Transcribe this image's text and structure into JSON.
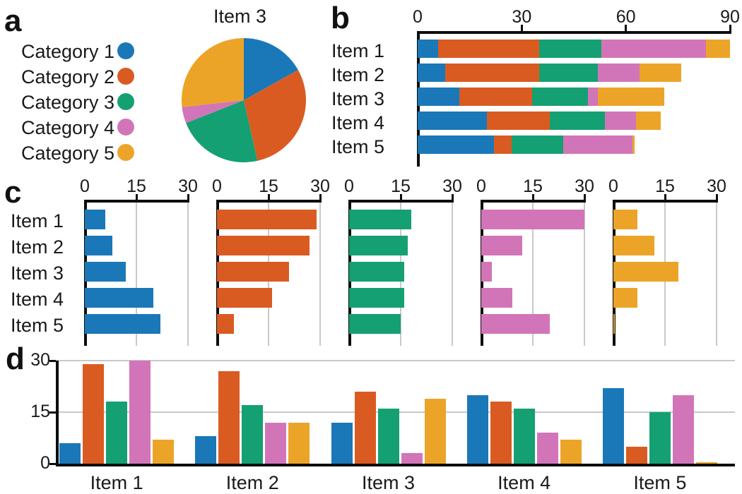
{
  "figure": {
    "panels": [
      "a",
      "b",
      "c",
      "d"
    ],
    "items": [
      "Item 1",
      "Item 2",
      "Item 3",
      "Item 4",
      "Item 5"
    ],
    "categories": [
      "Category 1",
      "Category 2",
      "Category 3",
      "Category 4",
      "Category 5"
    ],
    "colors": {
      "category_1": "#1a78b8",
      "category_2": "#da5b21",
      "category_3": "#14a072",
      "category_4": "#d275b8",
      "category_5": "#eca428",
      "axis": "#0d0d0d",
      "grid": "#c9c9c9",
      "background": "#ffffff",
      "text": "#1a1a1a"
    }
  },
  "panel_a": {
    "letter": "a",
    "legend": [
      {
        "label": "Category 1",
        "color": "#1a78b8"
      },
      {
        "label": "Category 2",
        "color": "#da5b21"
      },
      {
        "label": "Category 3",
        "color": "#14a072"
      },
      {
        "label": "Category 4",
        "color": "#d275b8"
      },
      {
        "label": "Category 5",
        "color": "#eca428"
      }
    ],
    "pie_title": "Item 3"
  },
  "panel_b": {
    "letter": "b",
    "xticks": [
      "0",
      "30",
      "60",
      "90"
    ]
  },
  "panel_c": {
    "letter": "c",
    "xticks": [
      "0",
      "15",
      "30"
    ],
    "subplot_count": 5
  },
  "panel_d": {
    "letter": "d",
    "yticks": [
      "0",
      "15",
      "30"
    ]
  },
  "chart_data": [
    {
      "type": "pie",
      "panel": "a",
      "title": "Item 3",
      "labels": [
        "Category 1",
        "Category 2",
        "Category 3",
        "Category 4",
        "Category 5"
      ],
      "values": [
        12,
        21,
        16,
        3,
        19
      ],
      "colors": [
        "#1a78b8",
        "#da5b21",
        "#14a072",
        "#d275b8",
        "#eca428"
      ],
      "legend": "left",
      "startangle": 90,
      "counterclock": false
    },
    {
      "type": "bar",
      "orientation": "horizontal",
      "stacked": true,
      "panel": "b",
      "categories": [
        "Item 1",
        "Item 2",
        "Item 3",
        "Item 4",
        "Item 5"
      ],
      "series": [
        {
          "name": "Category 1",
          "color": "#1a78b8",
          "values": [
            6,
            8,
            12,
            20,
            22
          ]
        },
        {
          "name": "Category 2",
          "color": "#da5b21",
          "values": [
            29,
            27,
            21,
            18,
            5
          ]
        },
        {
          "name": "Category 3",
          "color": "#14a072",
          "values": [
            18,
            17,
            16,
            16,
            15
          ]
        },
        {
          "name": "Category 4",
          "color": "#d275b8",
          "values": [
            30,
            12,
            3,
            9,
            20
          ]
        },
        {
          "name": "Category 5",
          "color": "#eca428",
          "values": [
            7,
            12,
            19,
            7,
            0.5
          ]
        }
      ],
      "totals": [
        90,
        76,
        71,
        70,
        62.5
      ],
      "xlabel": "",
      "ylabel": "",
      "xlim": [
        0,
        90
      ],
      "xticks": [
        0,
        30,
        60,
        90
      ],
      "grid": false
    },
    {
      "type": "bar",
      "orientation": "horizontal",
      "panel": "c",
      "subplots": [
        {
          "name": "Category 1",
          "color": "#1a78b8",
          "categories": [
            "Item 1",
            "Item 2",
            "Item 3",
            "Item 4",
            "Item 5"
          ],
          "values": [
            6,
            8,
            12,
            20,
            22
          ],
          "xlim": [
            0,
            30
          ],
          "xticks": [
            0,
            15,
            30
          ]
        },
        {
          "name": "Category 2",
          "color": "#da5b21",
          "categories": [
            "Item 1",
            "Item 2",
            "Item 3",
            "Item 4",
            "Item 5"
          ],
          "values": [
            29,
            27,
            21,
            16,
            5
          ],
          "xlim": [
            0,
            30
          ],
          "xticks": [
            0,
            15,
            30
          ]
        },
        {
          "name": "Category 3",
          "color": "#14a072",
          "categories": [
            "Item 1",
            "Item 2",
            "Item 3",
            "Item 4",
            "Item 5"
          ],
          "values": [
            18,
            17,
            16,
            16,
            15
          ],
          "xlim": [
            0,
            30
          ],
          "xticks": [
            0,
            15,
            30
          ]
        },
        {
          "name": "Category 4",
          "color": "#d275b8",
          "categories": [
            "Item 1",
            "Item 2",
            "Item 3",
            "Item 4",
            "Item 5"
          ],
          "values": [
            30,
            12,
            3,
            9,
            20
          ],
          "xlim": [
            0,
            30
          ],
          "xticks": [
            0,
            15,
            30
          ]
        },
        {
          "name": "Category 5",
          "color": "#eca428",
          "categories": [
            "Item 1",
            "Item 2",
            "Item 3",
            "Item 4",
            "Item 5"
          ],
          "values": [
            7,
            12,
            19,
            7,
            0.5
          ],
          "xlim": [
            0,
            30
          ],
          "xticks": [
            0,
            15,
            30
          ]
        }
      ],
      "grid": true
    },
    {
      "type": "bar",
      "orientation": "vertical",
      "grouped": true,
      "panel": "d",
      "categories": [
        "Item 1",
        "Item 2",
        "Item 3",
        "Item 4",
        "Item 5"
      ],
      "series": [
        {
          "name": "Category 1",
          "color": "#1a78b8",
          "values": [
            6,
            8,
            12,
            20,
            22
          ]
        },
        {
          "name": "Category 2",
          "color": "#da5b21",
          "values": [
            29,
            27,
            21,
            18,
            5
          ]
        },
        {
          "name": "Category 3",
          "color": "#14a072",
          "values": [
            18,
            17,
            16,
            16,
            15
          ]
        },
        {
          "name": "Category 4",
          "color": "#d275b8",
          "values": [
            30,
            12,
            3,
            9,
            20
          ]
        },
        {
          "name": "Category 5",
          "color": "#eca428",
          "values": [
            7,
            12,
            19,
            7,
            0.5
          ]
        }
      ],
      "ylim": [
        0,
        30
      ],
      "yticks": [
        0,
        15,
        30
      ],
      "xlabel": "",
      "ylabel": "",
      "grid": "horizontal"
    }
  ]
}
